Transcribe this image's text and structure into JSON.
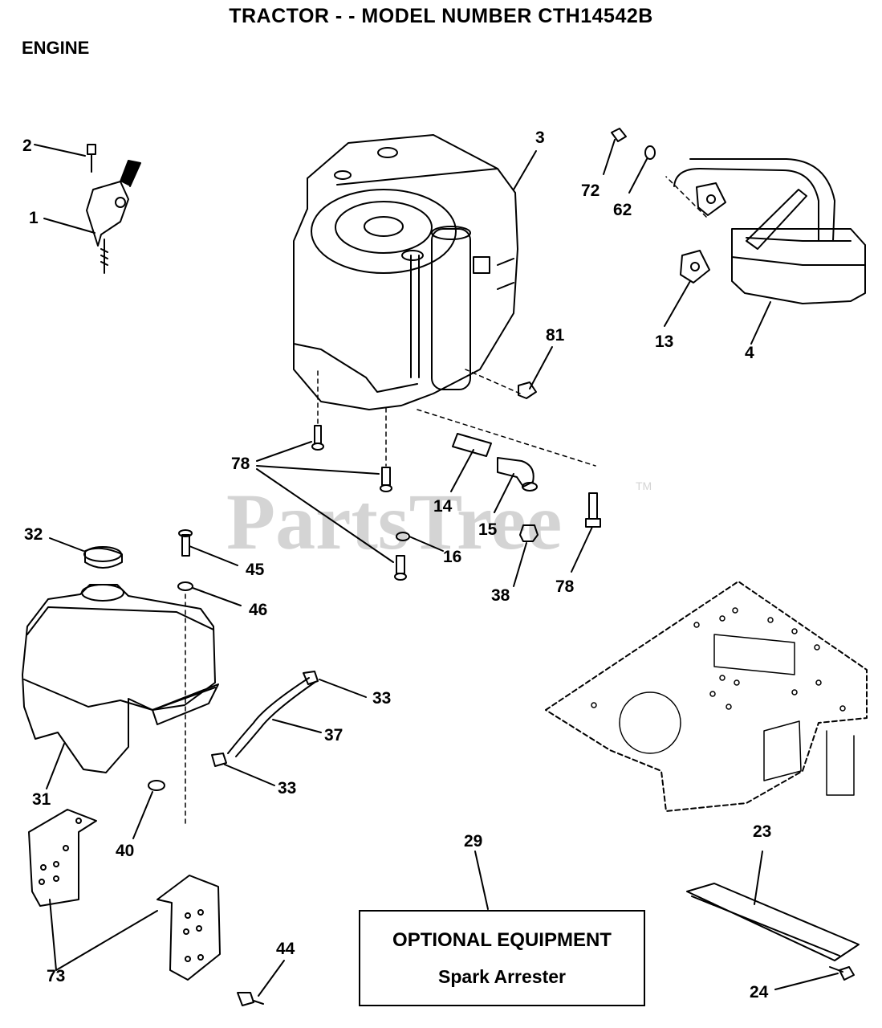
{
  "header": {
    "title": "TRACTOR - - MODEL NUMBER CTH14542B",
    "section": "ENGINE"
  },
  "watermark": {
    "text": "PartsTree",
    "trademark": "TM"
  },
  "callouts": {
    "c1": "1",
    "c2": "2",
    "c3": "3",
    "c72": "72",
    "c62": "62",
    "c13": "13",
    "c4": "4",
    "c81": "81",
    "c78a": "78",
    "c14": "14",
    "c15": "15",
    "c16": "16",
    "c38": "38",
    "c78b": "78",
    "c32": "32",
    "c45": "45",
    "c46": "46",
    "c33a": "33",
    "c37": "37",
    "c33b": "33",
    "c31": "31",
    "c40": "40",
    "c29": "29",
    "c23": "23",
    "c73": "73",
    "c44": "44",
    "c24": "24"
  },
  "optional_equipment": {
    "heading": "OPTIONAL EQUIPMENT",
    "item": "Spark Arrester"
  }
}
